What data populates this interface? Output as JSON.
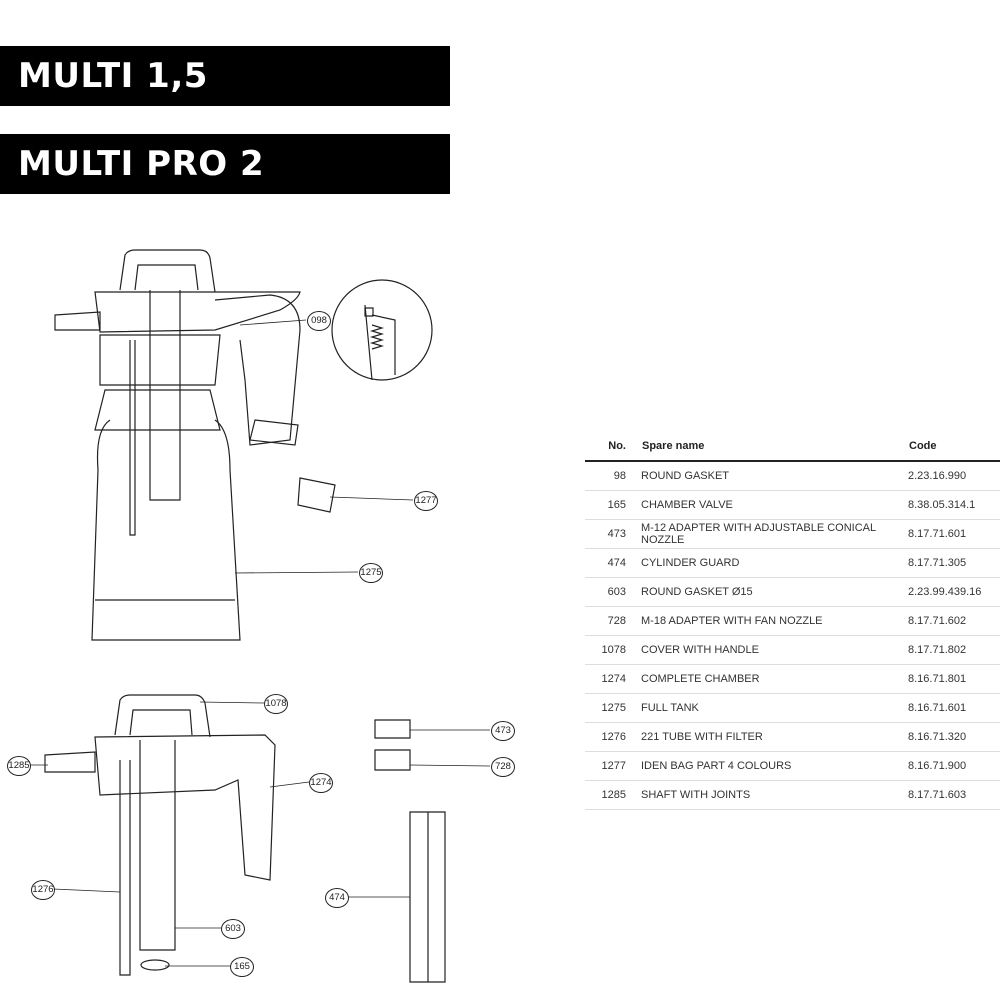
{
  "banners": [
    "MULTI 1,5",
    "MULTI PRO 2"
  ],
  "callouts": {
    "c098": "098",
    "c1277": "1277",
    "c1275": "1275",
    "c1078": "1078",
    "c1285": "1285",
    "c1274": "1274",
    "c473": "473",
    "c728": "728",
    "c1276": "1276",
    "c474": "474",
    "c603": "603",
    "c165": "165"
  },
  "table": {
    "headers": {
      "no": "No.",
      "name": "Spare name",
      "code": "Code"
    },
    "rows": [
      {
        "no": "98",
        "name": "ROUND GASKET",
        "code": "2.23.16.990"
      },
      {
        "no": "165",
        "name": "CHAMBER VALVE",
        "code": "8.38.05.314.1"
      },
      {
        "no": "473",
        "name": "M-12 ADAPTER WITH ADJUSTABLE CONICAL NOZZLE",
        "code": "8.17.71.601"
      },
      {
        "no": "474",
        "name": "CYLINDER GUARD",
        "code": "8.17.71.305"
      },
      {
        "no": "603",
        "name": "ROUND GASKET Ø15",
        "code": "2.23.99.439.16"
      },
      {
        "no": "728",
        "name": "M-18 ADAPTER WITH FAN NOZZLE",
        "code": "8.17.71.602"
      },
      {
        "no": "1078",
        "name": "COVER WITH HANDLE",
        "code": "8.17.71.802"
      },
      {
        "no": "1274",
        "name": "COMPLETE CHAMBER",
        "code": "8.16.71.801"
      },
      {
        "no": "1275",
        "name": "FULL TANK",
        "code": "8.16.71.601"
      },
      {
        "no": "1276",
        "name": "221 TUBE WITH FILTER",
        "code": "8.16.71.320"
      },
      {
        "no": "1277",
        "name": "IDEN BAG PART 4 COLOURS",
        "code": "8.16.71.900"
      },
      {
        "no": "1285",
        "name": "SHAFT WITH JOINTS",
        "code": "8.17.71.603"
      }
    ]
  }
}
